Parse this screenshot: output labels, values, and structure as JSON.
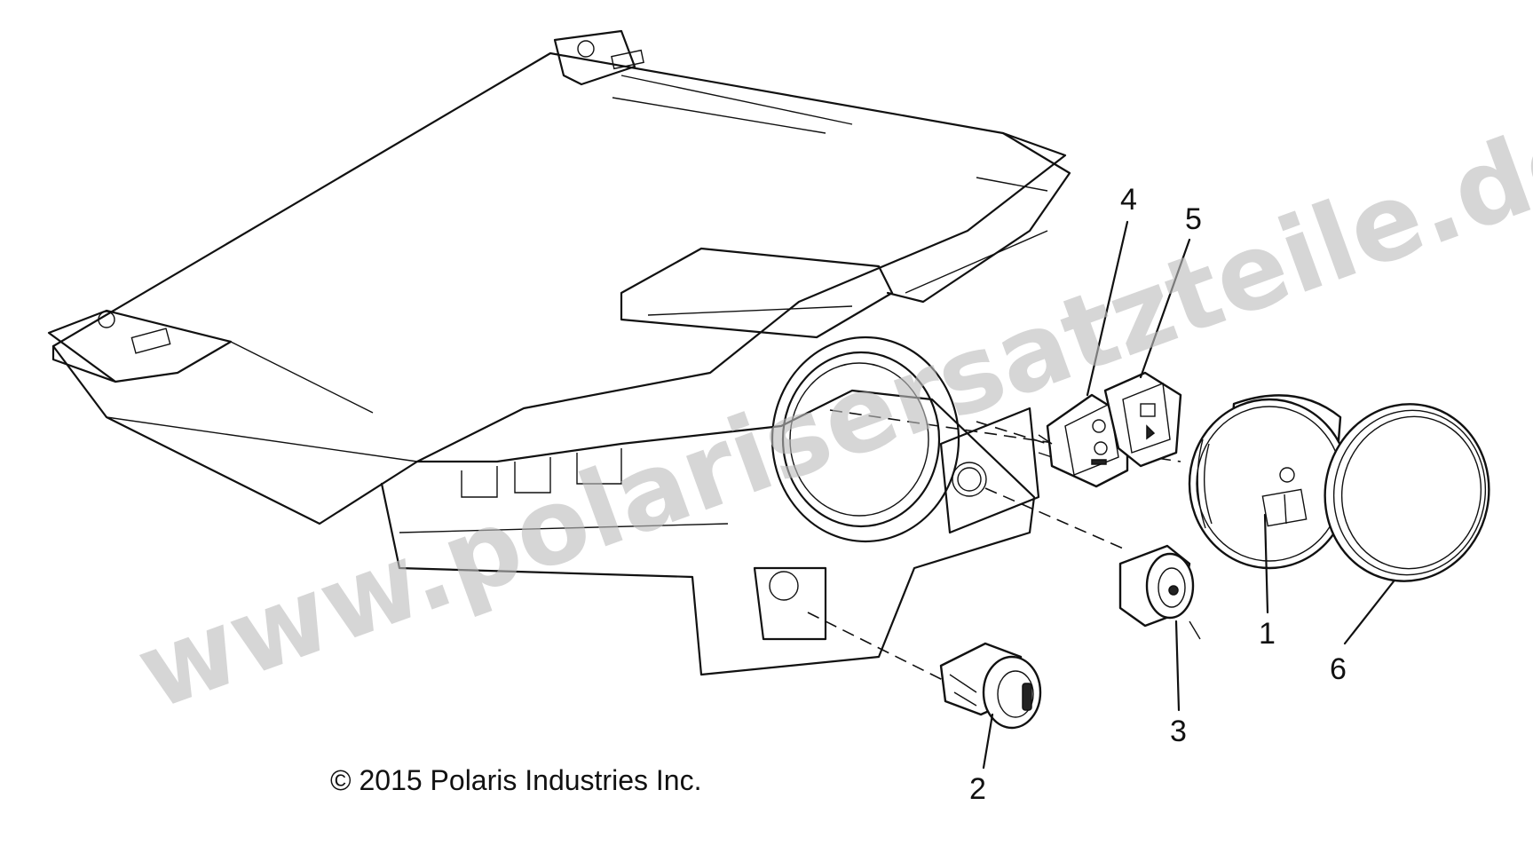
{
  "copyright": "© 2015 Polaris Industries Inc.",
  "watermark": "www.polarisersatzteile.de",
  "callouts": [
    "1",
    "2",
    "3",
    "4",
    "5",
    "6"
  ],
  "colors": {
    "ink": "#111111",
    "watermark": "#bdbdbd",
    "background": "#ffffff"
  }
}
